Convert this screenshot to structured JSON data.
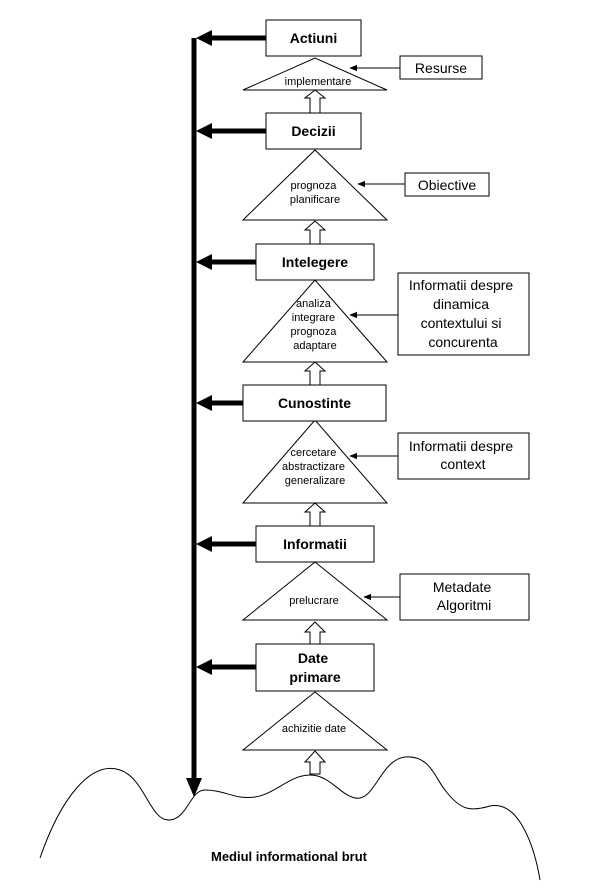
{
  "levels": {
    "actiuni": "Actiuni",
    "decizii": "Decizii",
    "intelegere": "Intelegere",
    "cunostinte": "Cunostinte",
    "informatii": "Informatii",
    "date_primare": [
      "Date",
      "primare"
    ]
  },
  "processes": {
    "implementare": [
      "implementare"
    ],
    "decizii": [
      "prognoza",
      "planificare"
    ],
    "intelegere": [
      "analiza",
      "integrare",
      "prognoza",
      "adaptare"
    ],
    "cunostinte": [
      "cercetare",
      "abstractizare",
      "generalizare"
    ],
    "informatii": [
      "prelucrare"
    ],
    "date": [
      "achizitie date"
    ]
  },
  "inputs": {
    "resurse": [
      "Resurse"
    ],
    "obiective": [
      "Obiective"
    ],
    "dinamica": [
      "Informatii despre",
      "dinamica",
      "contextului si",
      "concurenta"
    ],
    "context": [
      "Informatii despre",
      "context"
    ],
    "metadate": [
      "Metadate",
      "Algoritmi"
    ]
  },
  "footer": "Mediul informational brut",
  "colors": {
    "line": "#000000",
    "fill": "#ffffff"
  }
}
